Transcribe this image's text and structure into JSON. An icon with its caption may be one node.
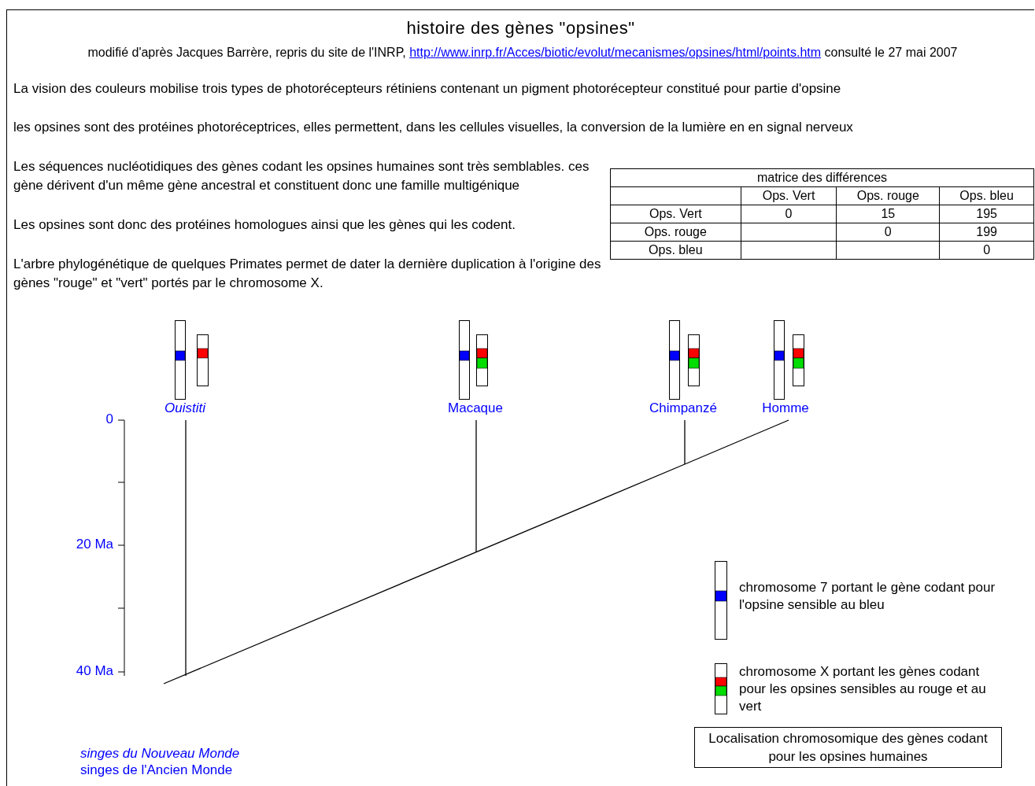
{
  "diagram": {
    "title": "histoire des gènes \"opsines\"",
    "nodes": [
      {
        "text": [
          "Ouistiti"
        ]
      },
      {
        "text": [
          "Macaque"
        ]
      },
      {
        "text": [
          "Chimpanzé"
        ]
      },
      {
        "text": [
          "Homme"
        ]
      },
      {
        "text": [
          "Localisation chromosomique des gènes codant pour les opsines humaines"
        ]
      }
    ],
    "edges": [
      {
        "from": 0,
        "to": null,
        "arrow": "none"
      },
      {
        "from": 1,
        "to": null,
        "arrow": "none"
      },
      {
        "from": 2,
        "to": null,
        "arrow": "none"
      },
      {
        "from": 3,
        "to": null,
        "arrow": "none"
      }
    ],
    "labels": [
      "modifié d'après Jacques Barrère, repris du site de l'INRP,",
      "http://www.inrp.fr/Acces/biotic/evolut/mecanismes/opsines/html/points.htm",
      "consulté le 27 mai 2007",
      "La vision des couleurs mobilise trois types de photorécepteurs rétiniens contenant un pigment photorécepteur constitué pour partie d'opsine",
      "les opsines sont des protéines photoréceptrices, elles permettent, dans les cellules visuelles, la conversion de la lumière en en signal nerveux",
      "Les séquences nucléotidiques des gènes codant les opsines humaines sont très semblables. ces gène dérivent d'un même gène ancestral et constituent donc une famille multigénique",
      "Les opsines sont donc des protéines homologues ainsi que les gènes qui les codent.",
      "L'arbre phylogénétique de quelques Primates permet de dater la dernière duplication à l'origine des gènes \"rouge\" et \"vert\" portés par le chromosome X.",
      "matrice des différences",
      "Ops. Vert",
      "Ops. rouge",
      "Ops. bleu",
      "Ops. Vert",
      "0",
      "15",
      "195",
      "Ops. rouge",
      "0",
      "199",
      "Ops. bleu",
      "0",
      "0",
      "20 Ma",
      "40 Ma",
      "singes du Nouveau Monde",
      "singes de l'Ancien Monde"
    ],
    "legend": [
      {
        "text": "chromosome 7 portant le gène codant pour l'opsine sensible au bleu"
      },
      {
        "text": "chromosome X portant les gènes codant pour les opsines sensibles au rouge et au vert"
      }
    ]
  }
}
